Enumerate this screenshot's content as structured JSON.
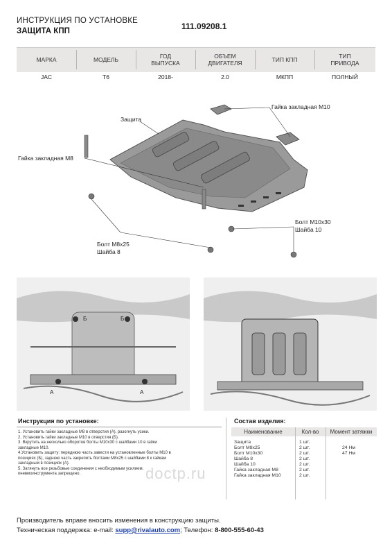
{
  "header": {
    "title_line1": "ИНСТРУКЦИЯ ПО УСТАНОВКЕ",
    "title_line2": "ЗАЩИТА КПП",
    "product_code": "111.09208.1"
  },
  "spec_table": {
    "headers": [
      "МАРКА",
      "МОДЕЛЬ",
      "ГОД\nВЫПУСКА",
      "ОБЪЕМ\nДВИГАТЕЛЯ",
      "ТИП КПП",
      "ТИП\nПРИВОДА"
    ],
    "values": [
      "JAC",
      "T6",
      "2018-",
      "2.0",
      "МКПП",
      "ПОЛНЫЙ"
    ]
  },
  "diagram": {
    "label_guard": "Защита",
    "label_nut_m10": "Гайка закладная М10",
    "label_nut_m8": "Гайка закладная М8",
    "label_bolt_m10": "Болт М10х30",
    "label_washer_10": "Шайба 10",
    "label_bolt_m8": "Болт М8х25",
    "label_washer_8": "Шайба 8"
  },
  "photos": {
    "marker_a": "А",
    "marker_b": "Б"
  },
  "instructions": {
    "title": "Инструкция по установке:",
    "steps": [
      "1. Установить гайки закладные М8 в отверстия (А), разогнуть усики.",
      "2. Установить гайки закладные М10 в отверстия (Б).",
      "3. Вкрутить на несколько оборотов болты М10х30 с шайбами 10 в гайки",
      "закладные М10.",
      "4.Установить защиту: переднюю часть завести на установленные болты М10 в",
      "позициях (Б), заднюю часть закрепить болтами М8х25 с шайбами 8 к гайкам",
      "закладным в позициях (А).",
      "5. Затянуть все резьбовые соединения с необходимым усилием.",
      "пневмоинструмента запрещено."
    ]
  },
  "components": {
    "title": "Состав изделия:",
    "col_name": "Наименование",
    "col_qty": "Кол-во",
    "col_torque": "Момент затяжки",
    "items": [
      {
        "name": "Защита",
        "qty": "1 шт.",
        "torque": ""
      },
      {
        "name": "Болт М8х25",
        "qty": "2 шт.",
        "torque": "24 Нм"
      },
      {
        "name": "Болт М10х30",
        "qty": "2 шт.",
        "torque": "47 Нм"
      },
      {
        "name": "Шайба 8",
        "qty": "2 шт.",
        "torque": ""
      },
      {
        "name": "Шайба 10",
        "qty": "2 шт.",
        "torque": ""
      },
      {
        "name": "Гайка закладная М8",
        "qty": "2 шт.",
        "torque": ""
      },
      {
        "name": "Гайка закладная М10",
        "qty": "2 шт.",
        "torque": ""
      }
    ]
  },
  "footer": {
    "note": "Производитель вправе вносить изменения в конструкцию защиты.",
    "support_label": "Техническая поддержка:  e-mail: ",
    "email": "supp@rivalauto.com",
    "phone_label": "; Телефон: ",
    "phone": "8-800-555-60-43"
  },
  "watermark": "doctp.ru"
}
